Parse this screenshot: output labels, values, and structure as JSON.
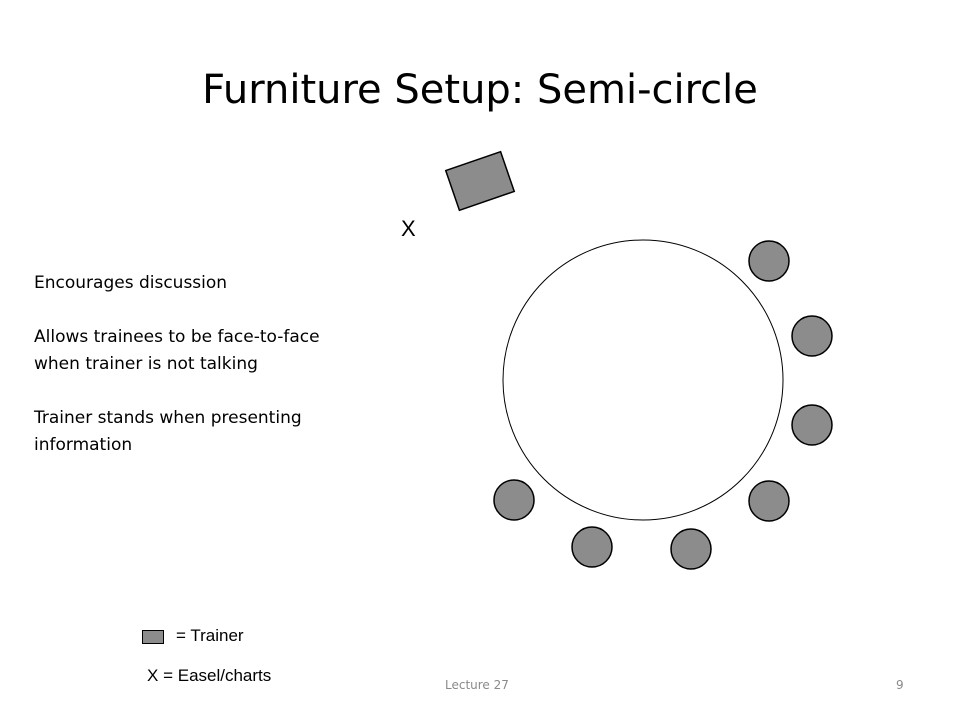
{
  "title": "Furniture Setup: Semi-circle",
  "notes": [
    "Encourages discussion",
    "Allows trainees to be face-to-face when trainer is not talking",
    "Trainer stands when presenting information"
  ],
  "diagram": {
    "easel_marker": "X",
    "colors": {
      "seat": "#8c8c8c",
      "outline": "#000000",
      "table": "#ffffff"
    }
  },
  "legend": {
    "trainer_label": "= Trainer",
    "easel_symbol": "X",
    "easel_label": "= Easel/charts"
  },
  "footer": {
    "lecture": "Lecture 27",
    "page": "9"
  }
}
